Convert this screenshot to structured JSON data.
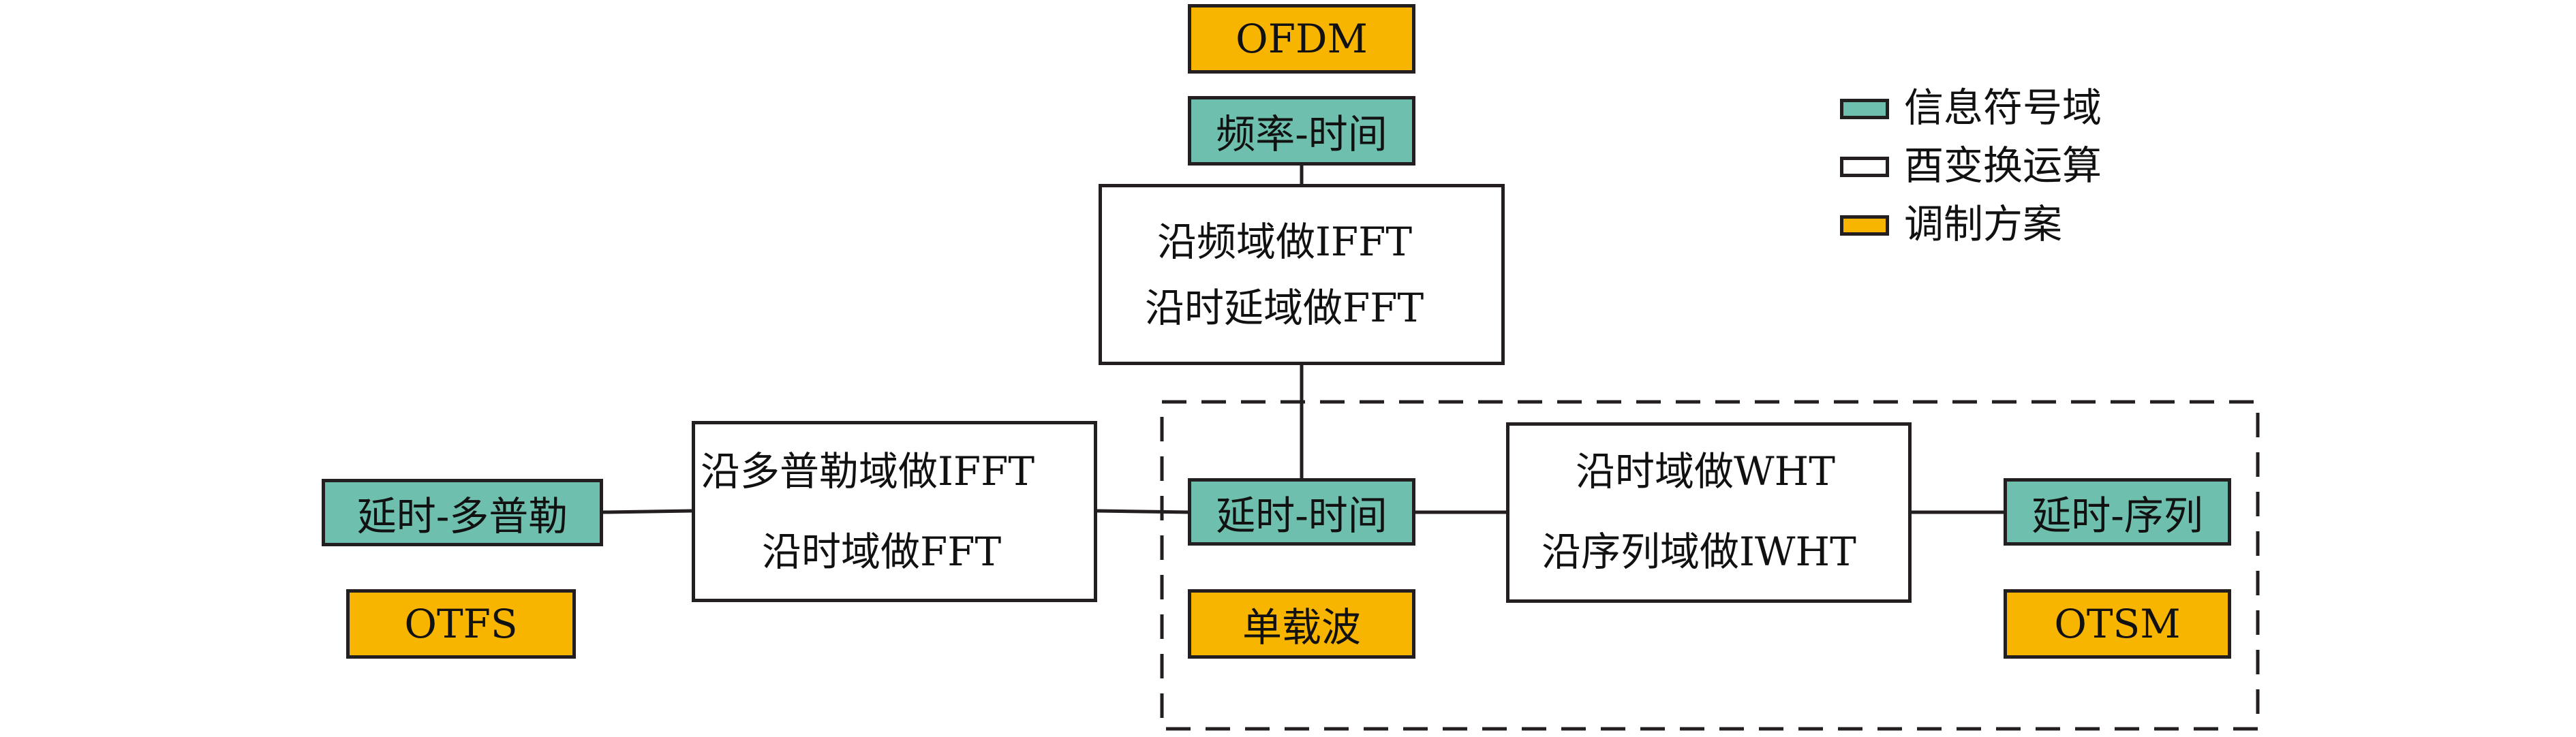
{
  "colors": {
    "domain": "#6ebfad",
    "scheme": "#f8b500",
    "transform": "#ffffff",
    "line": "#231f20"
  },
  "legend": {
    "domain": "信息符号域",
    "transform": "酉变换运算",
    "scheme": "调制方案"
  },
  "top": {
    "scheme": "OFDM",
    "domain": "频率-时间",
    "transform_line1": "沿频域做IFFT",
    "transform_line2": "沿时延域做FFT"
  },
  "left": {
    "domain": "延时-多普勒",
    "scheme": "OTFS",
    "transform_line1": "沿多普勒域做IFFT",
    "transform_line2": "沿时域做FFT"
  },
  "center": {
    "domain": "延时-时间",
    "scheme": "单载波"
  },
  "right": {
    "domain": "延时-序列",
    "scheme": "OTSM",
    "transform_line1": "沿时域做WHT",
    "transform_line2": "沿序列域做IWHT"
  }
}
